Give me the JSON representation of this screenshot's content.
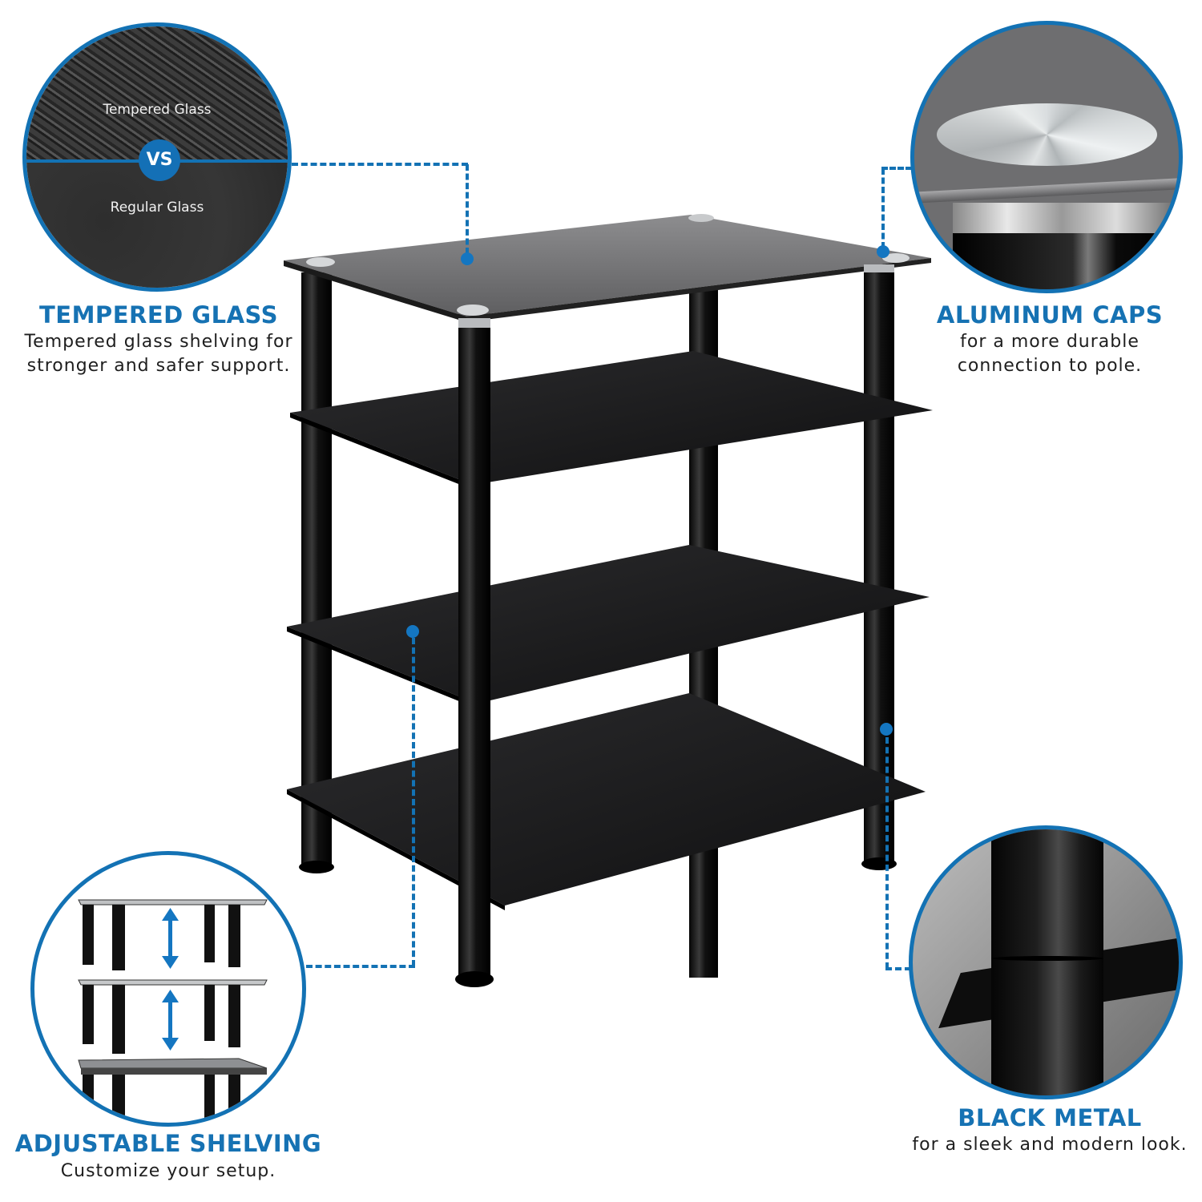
{
  "features": {
    "tempered_glass": {
      "title": "TEMPERED GLASS",
      "desc_line1": "Tempered glass shelving for",
      "desc_line2": "stronger and safer support.",
      "inset_top_label": "Tempered Glass",
      "inset_bottom_label": "Regular Glass",
      "inset_badge": "VS"
    },
    "aluminum_caps": {
      "title": "ALUMINUM CAPS",
      "desc_line1": "for a more durable",
      "desc_line2": "connection to pole."
    },
    "adjustable_shelving": {
      "title": "ADJUSTABLE SHELVING",
      "desc_line1": "Customize your setup."
    },
    "black_metal": {
      "title": "BLACK METAL",
      "desc_line1": "for a sleek and modern look."
    }
  },
  "product": {
    "shelf_count": 4,
    "pole_count": 4
  },
  "colors": {
    "accent_blue": "#1672b3",
    "circle_border": "#1372b4",
    "text_dark": "#1e1e1e",
    "background": "#ffffff",
    "glass": "#1a1a1a"
  }
}
